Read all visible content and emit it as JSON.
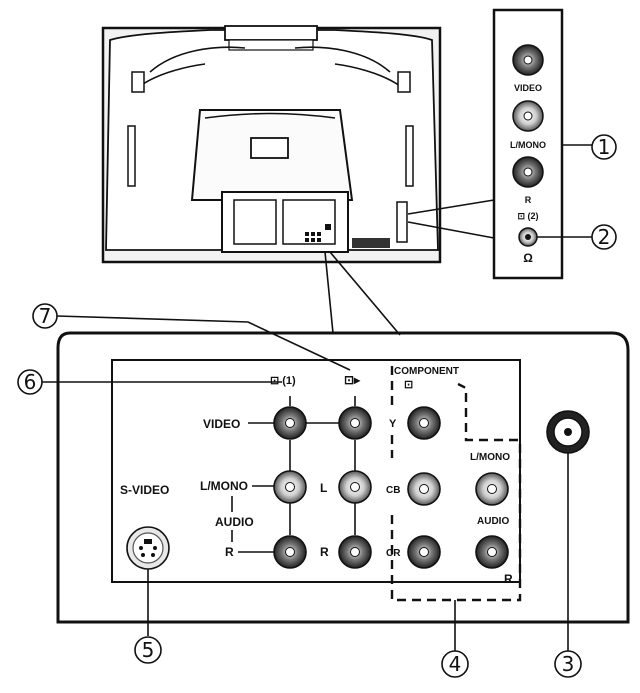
{
  "side_panel": {
    "video": "VIDEO",
    "lmono": "L/MONO",
    "r": "R",
    "input2": "⊡ (2)",
    "headphone": "Ω"
  },
  "rear_panel": {
    "input1": "⊡ (1)",
    "video": "VIDEO",
    "lmono": "L/MONO",
    "audio": "AUDIO",
    "r": "R",
    "l": "L",
    "r2": "R",
    "svideo": "S-VIDEO",
    "component": "COMPONENT",
    "y": "Y",
    "cb": "CB",
    "cr": "CR",
    "comp_lmono": "L/MONO",
    "comp_audio": "AUDIO",
    "comp_r": "R"
  },
  "callouts": [
    "1",
    "2",
    "3",
    "4",
    "5",
    "6",
    "7"
  ]
}
